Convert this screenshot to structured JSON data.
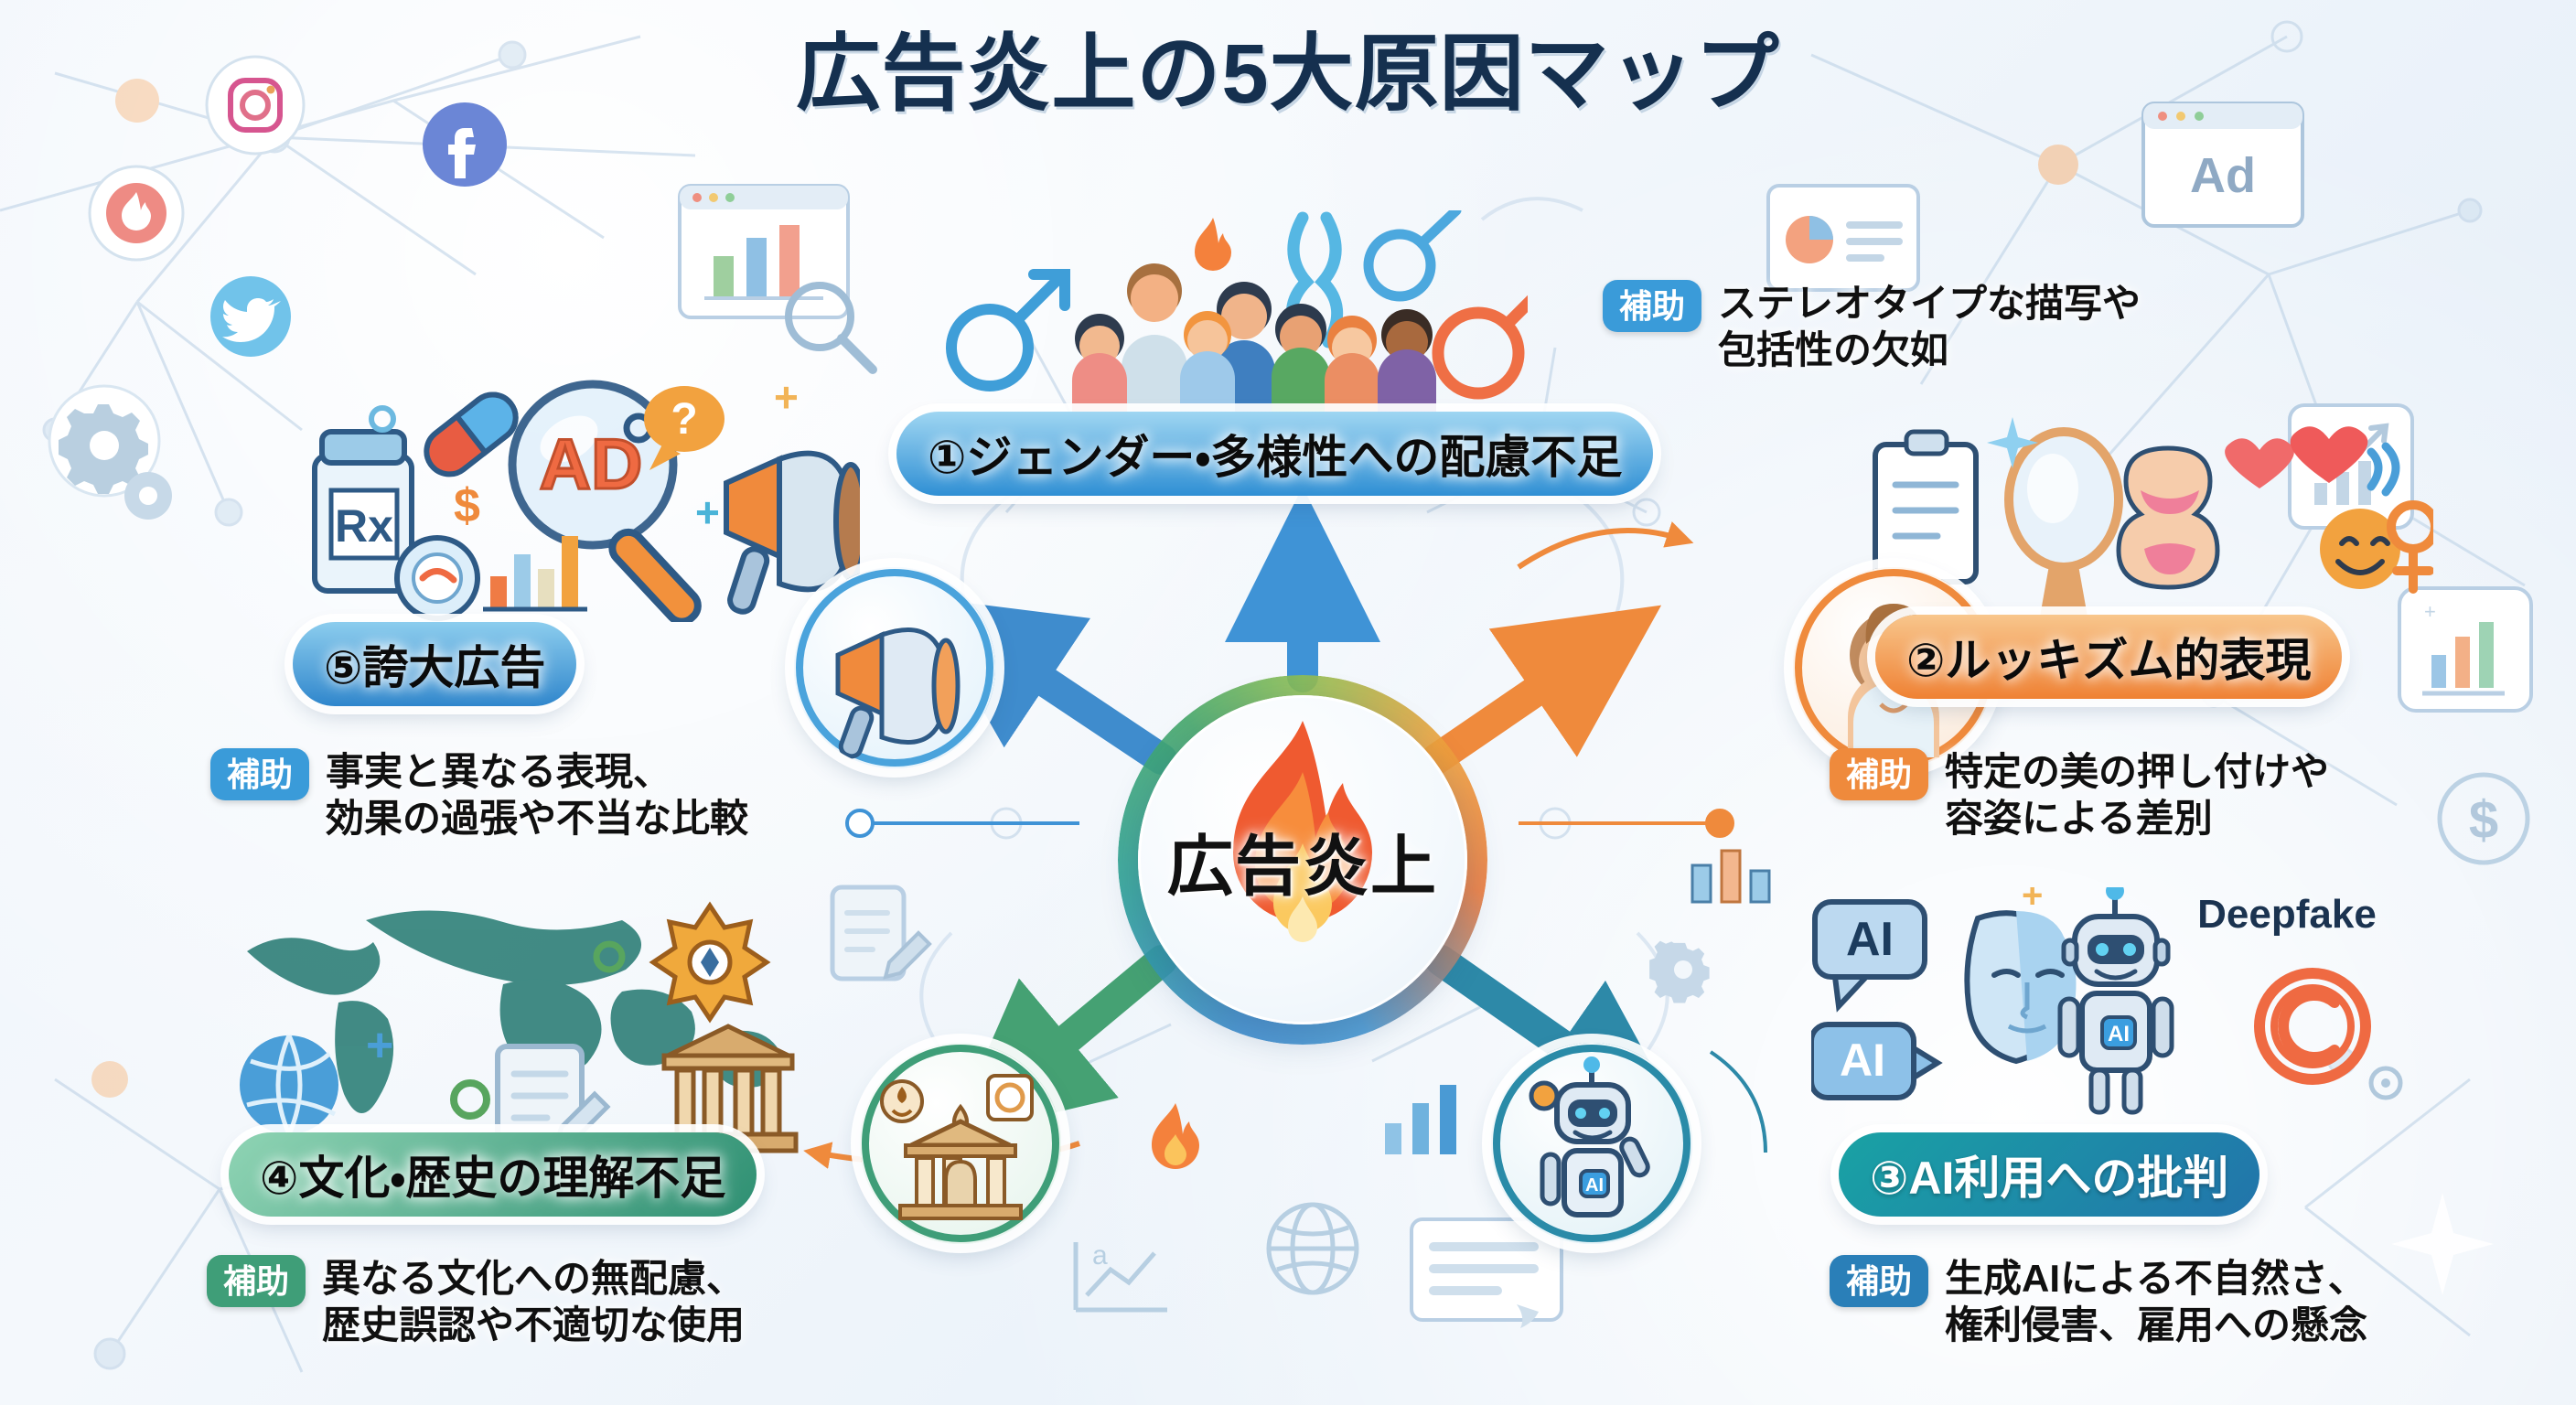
{
  "title": "広告炎上の5大原因マップ",
  "center": {
    "label": "広告炎上",
    "icon": "flame-icon"
  },
  "badge_label": "補助",
  "colors": {
    "title": "#15304f",
    "item1": "#3aa0de",
    "item2": "#f08a3c",
    "item3": "#1f8f96",
    "item4": "#3f9e78",
    "item5": "#3f96d8",
    "background": "#eef4fb"
  },
  "items": [
    {
      "id": "item-1",
      "number": "①",
      "label": "①ジェンダー・多様性への配慮不足",
      "support": "ステレオタイプな描写や\n包括性の欠如",
      "badge": "補助",
      "badge_color": "#3a9bd9",
      "pill_from": "#9fd6f2",
      "pill_to": "#2f8fd4",
      "text_style": "dark",
      "icon": "people-diversity-icon"
    },
    {
      "id": "item-2",
      "number": "②",
      "label": "②ルッキズム的表現",
      "support": "特定の美の押し付けや\n容姿による差別",
      "badge": "補助",
      "badge_color": "#ef8a3c",
      "pill_from": "#f8c68c",
      "pill_to": "#ef8133",
      "text_style": "dark",
      "icon": "mirror-beauty-icon"
    },
    {
      "id": "item-3",
      "number": "③",
      "label": "③AI利用への批判",
      "support": "生成AIによる不自然さ、\n権利侵害、雇用への懸念",
      "badge": "補助",
      "badge_color": "#2a7fb8",
      "pill_from": "#19a2a4",
      "pill_to": "#2274ab",
      "text_style": "light",
      "icon": "robot-ai-icon"
    },
    {
      "id": "item-4",
      "number": "④",
      "label": "④文化・歴史の理解不足",
      "support": "異なる文化への無配慮、\n歴史誤認や不適切な使用",
      "badge": "補助",
      "badge_color": "#3f9e78",
      "pill_from": "#8fd4b4",
      "pill_to": "#2e8f72",
      "text_style": "dark",
      "icon": "temple-culture-icon"
    },
    {
      "id": "item-5",
      "number": "⑤",
      "label": "⑤誇大広告",
      "support": "事実と異なる表現、\n効果の過張や不当な比較",
      "badge": "補助",
      "badge_color": "#3a9bd9",
      "pill_from": "#8ccdee",
      "pill_to": "#2f86cc",
      "text_style": "dark",
      "icon": "megaphone-icon"
    }
  ],
  "decorations": {
    "social": [
      "instagram-icon",
      "facebook-icon",
      "twitter-icon",
      "flame-app-icon",
      "gears-icon"
    ],
    "ad_window_label": "Ad",
    "deepfake_label": "Deepfake",
    "ai_bubble_label": "AI",
    "robot_chest_label": "AI",
    "magnifier_label": "AD",
    "rx_label": "Rx",
    "dollar_label": "$",
    "copyright_label": "©"
  }
}
